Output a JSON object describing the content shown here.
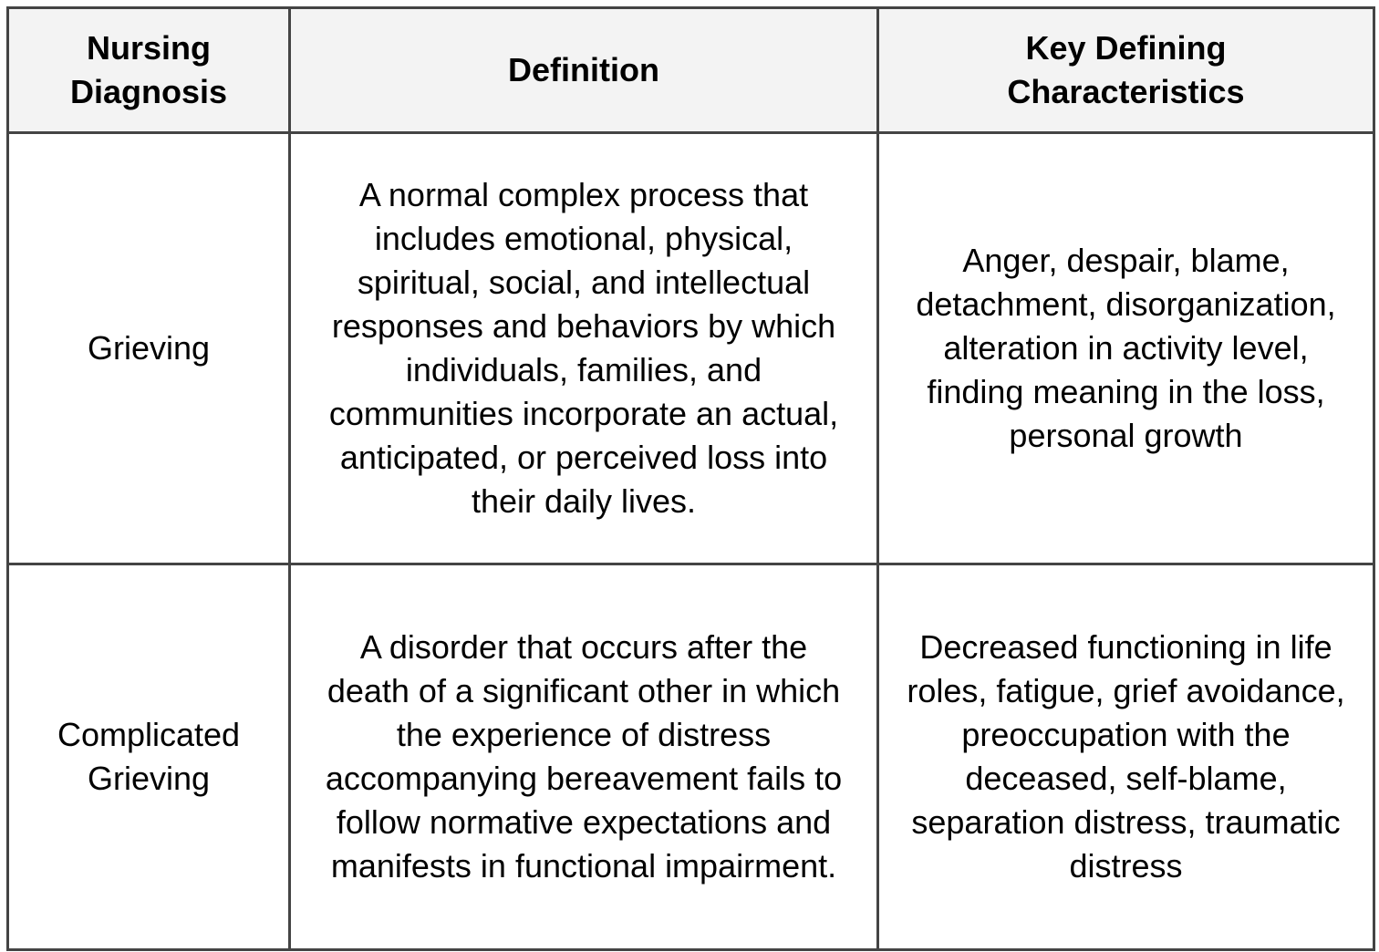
{
  "table": {
    "headers": [
      "Nursing Diagnosis",
      "Definition",
      "Key Defining Characteristics"
    ],
    "rows": [
      {
        "diagnosis": "Grieving",
        "definition": "A normal complex process that includes emotional, physical, spiritual, social, and intellectual responses and behaviors by which individuals, families, and communities incorporate an actual, anticipated, or perceived loss into their daily lives.",
        "characteristics": "Anger, despair, blame, detachment, disorganization, alteration in activity level, finding meaning in the loss, personal growth"
      },
      {
        "diagnosis": "Complicated Grieving",
        "definition": "A disorder that occurs after the death of a significant other in which the experience of distress accompanying bereavement fails to follow normative expectations and manifests in functional impairment.",
        "characteristics": "Decreased functioning in life roles, fatigue, grief avoidance, preoccupation with the deceased, self-blame, separation distress, traumatic distress"
      }
    ]
  }
}
